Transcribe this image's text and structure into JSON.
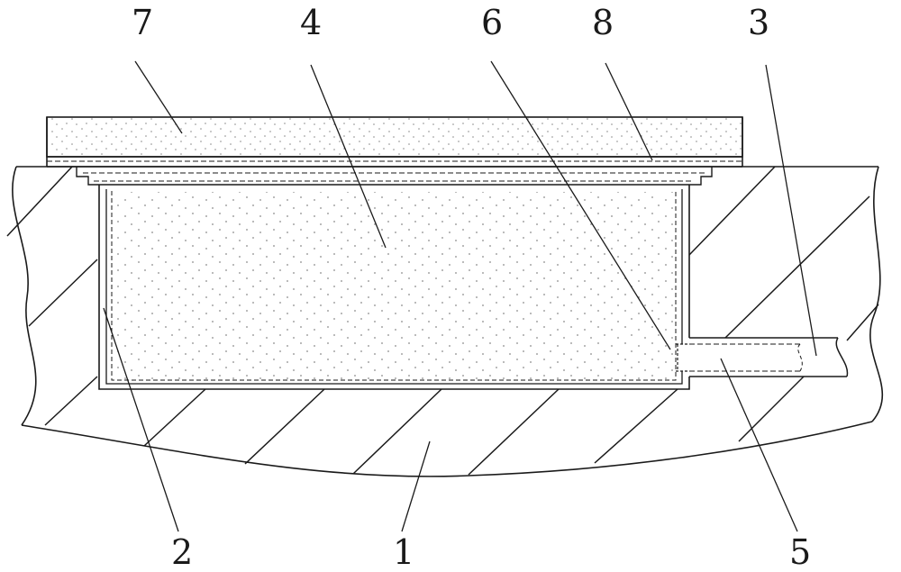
{
  "figure": {
    "background": "#ffffff",
    "line_color": "#1a1a1a",
    "dot_color": "#8a8a8a",
    "callouts": [
      {
        "id": "c7",
        "label": "7"
      },
      {
        "id": "c4",
        "label": "4"
      },
      {
        "id": "c6",
        "label": "6"
      },
      {
        "id": "c8",
        "label": "8"
      },
      {
        "id": "c3",
        "label": "3"
      },
      {
        "id": "c2",
        "label": "2"
      },
      {
        "id": "c1",
        "label": "1"
      },
      {
        "id": "c5",
        "label": "5"
      }
    ]
  }
}
